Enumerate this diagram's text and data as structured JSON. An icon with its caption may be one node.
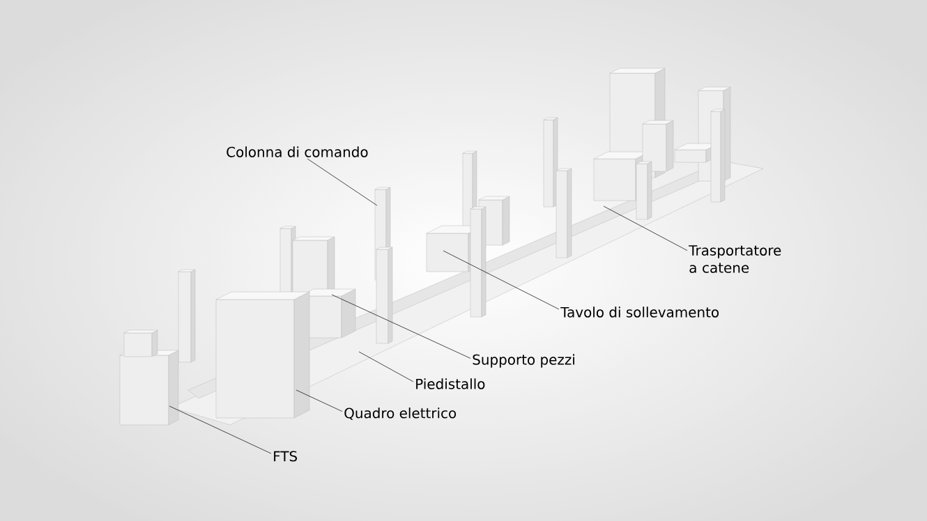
{
  "diagram": {
    "nodes": [
      {
        "text": [
          "Colonna di comando"
        ]
      },
      {
        "text": [
          "Trasportatore a catene"
        ]
      },
      {
        "text": [
          "Tavolo di sollevamento"
        ]
      },
      {
        "text": [
          "Supporto pezzi"
        ]
      },
      {
        "text": [
          "Piedistallo"
        ]
      },
      {
        "text": [
          "Quadro elettrico"
        ]
      },
      {
        "text": [
          "FTS"
        ]
      }
    ],
    "edges": [
      {
        "from": 0,
        "to": null,
        "arrow": "none"
      },
      {
        "from": 1,
        "to": null,
        "arrow": "none"
      },
      {
        "from": 2,
        "to": null,
        "arrow": "none"
      },
      {
        "from": 3,
        "to": null,
        "arrow": "none"
      },
      {
        "from": 4,
        "to": null,
        "arrow": "none"
      },
      {
        "from": 5,
        "to": null,
        "arrow": "none"
      },
      {
        "from": 6,
        "to": null,
        "arrow": "none"
      }
    ]
  }
}
